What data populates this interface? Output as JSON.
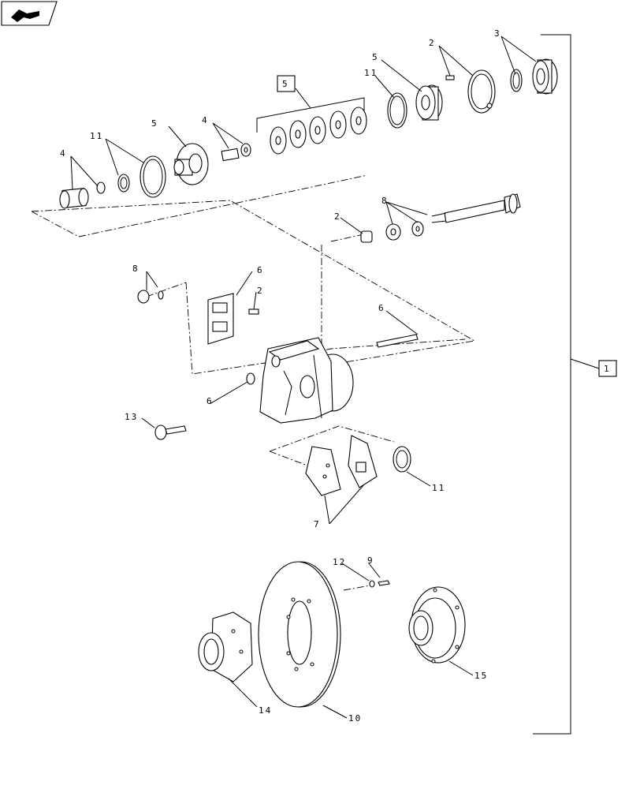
{
  "diagram": {
    "type": "exploded-parts-view",
    "callouts": {
      "c1": "1",
      "c2a": "2",
      "c2b": "2",
      "c2c": "2",
      "c3": "3",
      "c4a": "4",
      "c4b": "4",
      "c5a": "5",
      "c5b": "5",
      "c5box": "5",
      "c6a": "6",
      "c6b": "6",
      "c6c": "6",
      "c7": "7",
      "c8a": "8",
      "c8b": "8",
      "c9": "9",
      "c10": "10",
      "c11a": "11",
      "c11b": "11",
      "c11c": "11",
      "c12": "12",
      "c13": "13",
      "c14": "14",
      "c15": "15"
    }
  },
  "icons": {
    "corner": "book-arrow-icon"
  },
  "colors": {
    "ink": "#000000",
    "paper": "#ffffff"
  }
}
